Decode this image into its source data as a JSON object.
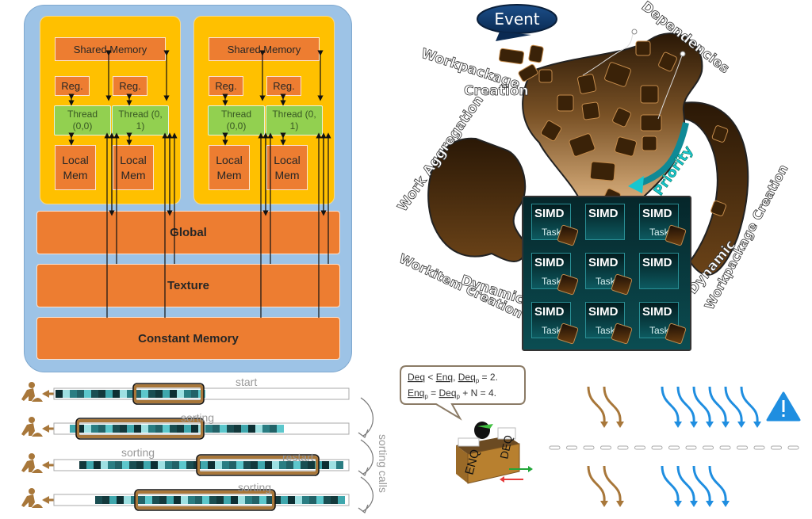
{
  "gpu_memory": {
    "blocks": [
      {
        "shared_memory": "Shared Memory",
        "registers": [
          "Reg.",
          "Reg."
        ],
        "threads": [
          {
            "line1": "Thread",
            "line2": "(0,0)"
          },
          {
            "line1": "Thread (0,",
            "line2": "1)"
          }
        ],
        "local_memory": [
          {
            "line1": "Local",
            "line2": "Mem"
          },
          {
            "line1": "Local",
            "line2": "Mem"
          }
        ]
      },
      {
        "shared_memory": "Shared Memory",
        "registers": [
          "Reg.",
          "Reg."
        ],
        "threads": [
          {
            "line1": "Thread",
            "line2": "(0,0)"
          },
          {
            "line1": "Thread (0,",
            "line2": "1)"
          }
        ],
        "local_memory": [
          {
            "line1": "Local",
            "line2": "Mem"
          },
          {
            "line1": "Local",
            "line2": "Mem"
          }
        ]
      }
    ],
    "global": "Global",
    "texture": "Texture",
    "constant": "Constant Memory",
    "colors": {
      "background": "#9dc3e6",
      "block": "#ffc000",
      "memory": "#ed7d31",
      "thread": "#92d050"
    }
  },
  "scheduler": {
    "event_label": "Event",
    "labels": {
      "workpackage_creation_1": "Workpackage",
      "workpackage_creation_2": "Creation",
      "dependencies": "Dependencies",
      "work_aggregation": "Work Aggregation",
      "priority": "Priority",
      "dynamic_workitem_1": "Dynamic",
      "dynamic_workitem_2": "Workitem Creation",
      "dynamic_workpackage_1": "Dynamic",
      "dynamic_workpackage_2": "Workpackage Creation"
    },
    "simd_units": [
      {
        "label": "SIMD",
        "task": "Task1"
      },
      {
        "label": "SIMD",
        "task": ""
      },
      {
        "label": "SIMD",
        "task": "Task2"
      },
      {
        "label": "SIMD",
        "task": "Task3"
      },
      {
        "label": "SIMD",
        "task": "Task2"
      },
      {
        "label": "SIMD",
        "task": ""
      },
      {
        "label": "SIMD",
        "task": "Task5"
      },
      {
        "label": "SIMD",
        "task": "Task9"
      },
      {
        "label": "SIMD",
        "task": "Task6"
      }
    ],
    "colors": {
      "simd": "#0b4d52",
      "blob": "#5a3810",
      "priority": "#18c6d0",
      "event": "#0f3b6e"
    }
  },
  "sorting": {
    "labels": {
      "start": "start",
      "sorting_row1": "sorting",
      "sorting_row2": "sorting",
      "restart": "restart",
      "sorting_row3": "sorting",
      "sorting_calls": "sorting calls"
    }
  },
  "queue": {
    "line1": {
      "deq": "Deq",
      "lt": " < ",
      "enq": "Enq",
      "sep": ", ",
      "deqp": "Deq",
      "sub": "p",
      "rest": " = 2."
    },
    "line2": {
      "enqp": "Enq",
      "sub1": "p",
      "eq": " = ",
      "deqp": "Deq",
      "sub2": "p",
      "rest": " + N = 4."
    },
    "counter_enq": "ENQ",
    "counter_deq": "DEQ"
  },
  "threads": {
    "top_row": {
      "brown_count": 2,
      "blue_count": 6,
      "warning": true
    },
    "bottom_row": {
      "brown_count": 2,
      "blue_count": 4,
      "warning": false
    },
    "colors": {
      "brown": "#a8773a",
      "blue": "#1f8ee0",
      "warning": "#1f8ee0"
    }
  }
}
